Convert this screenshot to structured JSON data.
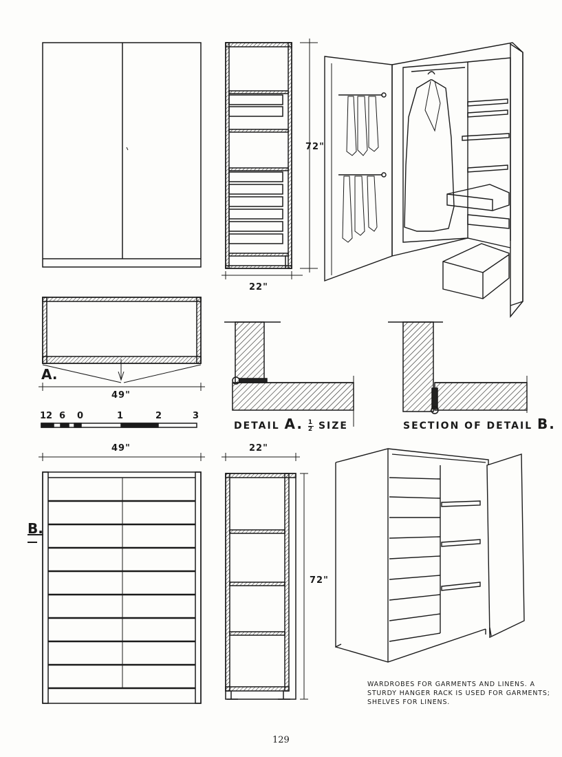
{
  "dimensions": {
    "front_height": "72\"",
    "front_depth": "22\"",
    "plan_width": "49\"",
    "b_width": "49\"",
    "b_depth": "22\"",
    "b_height": "72\""
  },
  "labels": {
    "a": "A.",
    "b": "B.",
    "detail_a_prefix": "DETAIL",
    "detail_a_letter": "A.",
    "detail_a_fraction_num": "1",
    "detail_a_fraction_den": "2",
    "detail_a_suffix": "SIZE",
    "section_b_prefix": "SECTION OF DETAIL",
    "section_b_letter": "B."
  },
  "scale_bar": {
    "ticks": [
      "12",
      "6",
      "0",
      "1",
      "2",
      "3"
    ]
  },
  "caption": "WARDROBES FOR GARMENTS AND LINENS. A STURDY HANGER RACK IS USED FOR GARMENTS; SHELVES FOR LINENS.",
  "page_number": "129"
}
